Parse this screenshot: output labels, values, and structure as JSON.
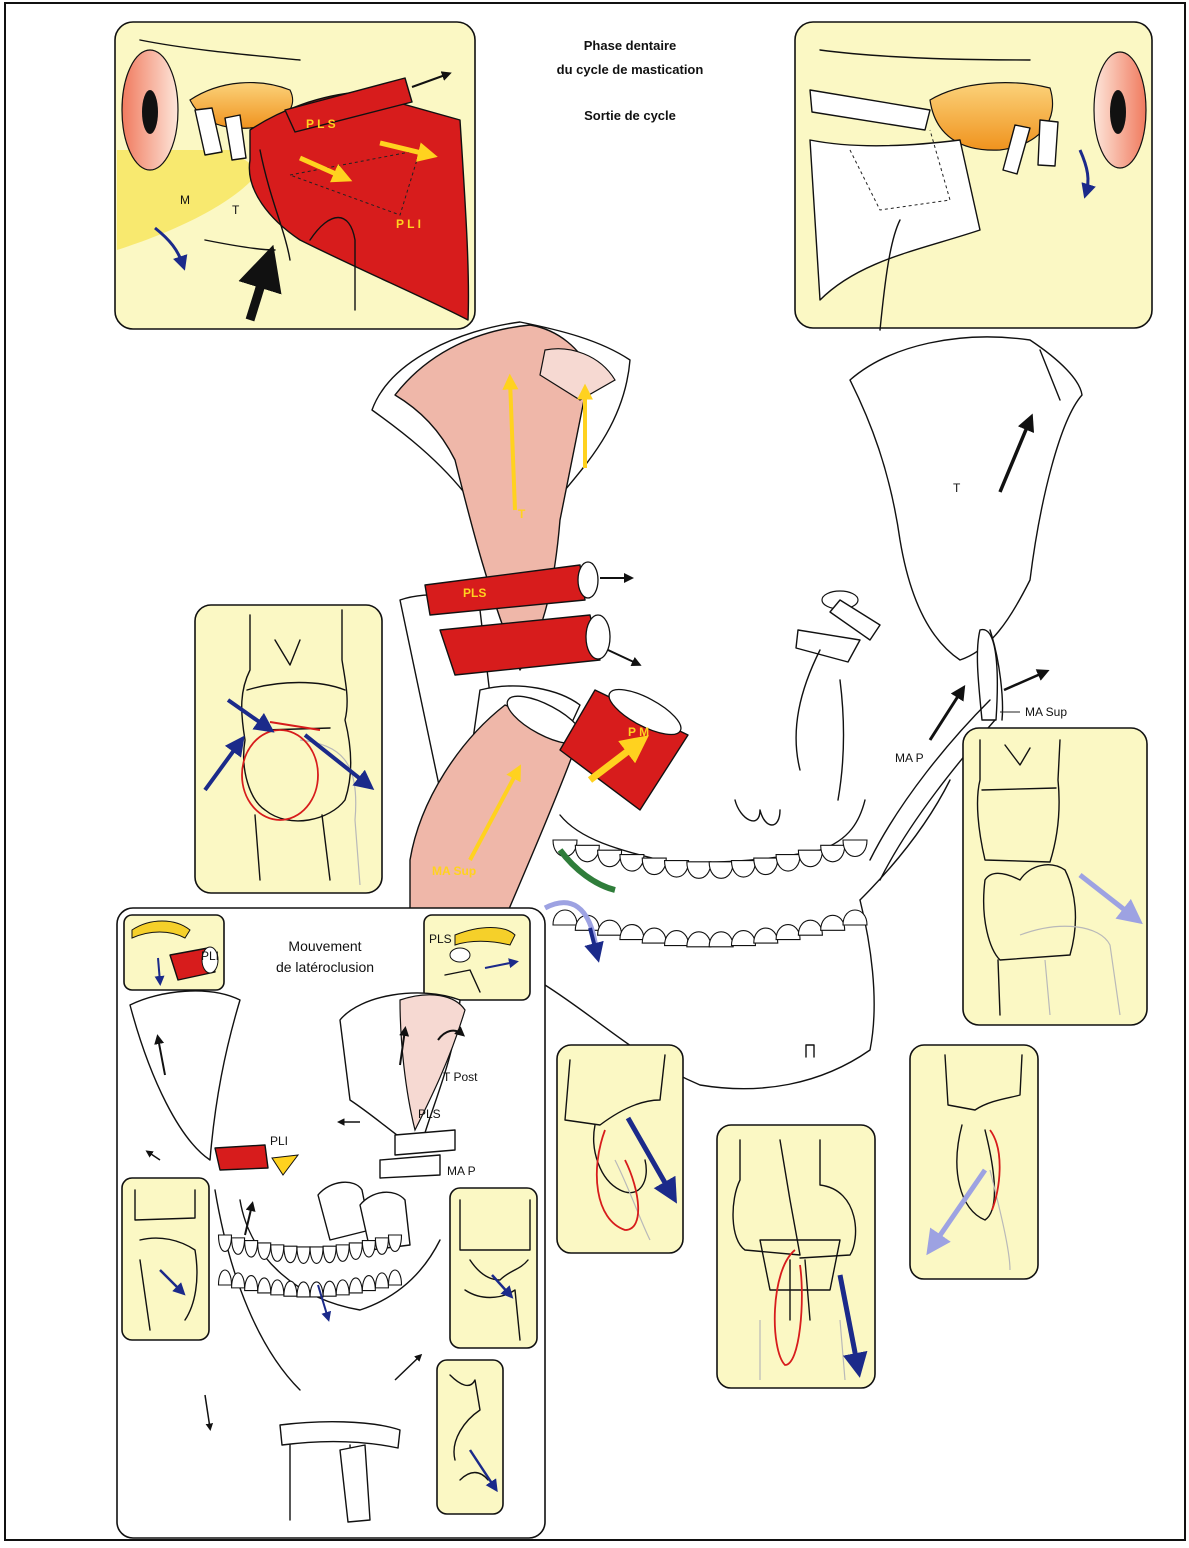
{
  "title": {
    "line1": "Phase dentaire",
    "line2": "du cycle de mastication",
    "line3": "Sortie de cycle"
  },
  "inset_top_left": {
    "labels": [
      "P L S",
      "P L I",
      "M",
      "T"
    ]
  },
  "main_labels": {
    "pls": "PLS",
    "pm": "P M",
    "ma_sup_yellow": "MA Sup",
    "t_left": "T",
    "t_right": "T",
    "ma_sup": "MA Sup",
    "ma_p": "MA P"
  },
  "lateroclusion": {
    "title_line1": "Mouvement",
    "title_line2": "de latéroclusion",
    "labels": {
      "pli_icon": "PLI",
      "pls_icon": "PLS",
      "t_post": "T Post",
      "pls": "PLS",
      "pli": "PLI",
      "ma_p": "MA P"
    }
  },
  "colors": {
    "inset_fill": "#fbf8c4",
    "muscle_red": "#d71c1c",
    "muscle_pink": "#efb7a9",
    "arrow_yellow": "#ffd21f",
    "arrow_navy": "#1b2a8a",
    "arrow_lavender": "#9da2e2",
    "disc_orange": "#f5a33a",
    "gum_green": "#2f7d3a"
  },
  "icons": [
    "force-arrow-icon",
    "rotation-arrow-icon"
  ]
}
